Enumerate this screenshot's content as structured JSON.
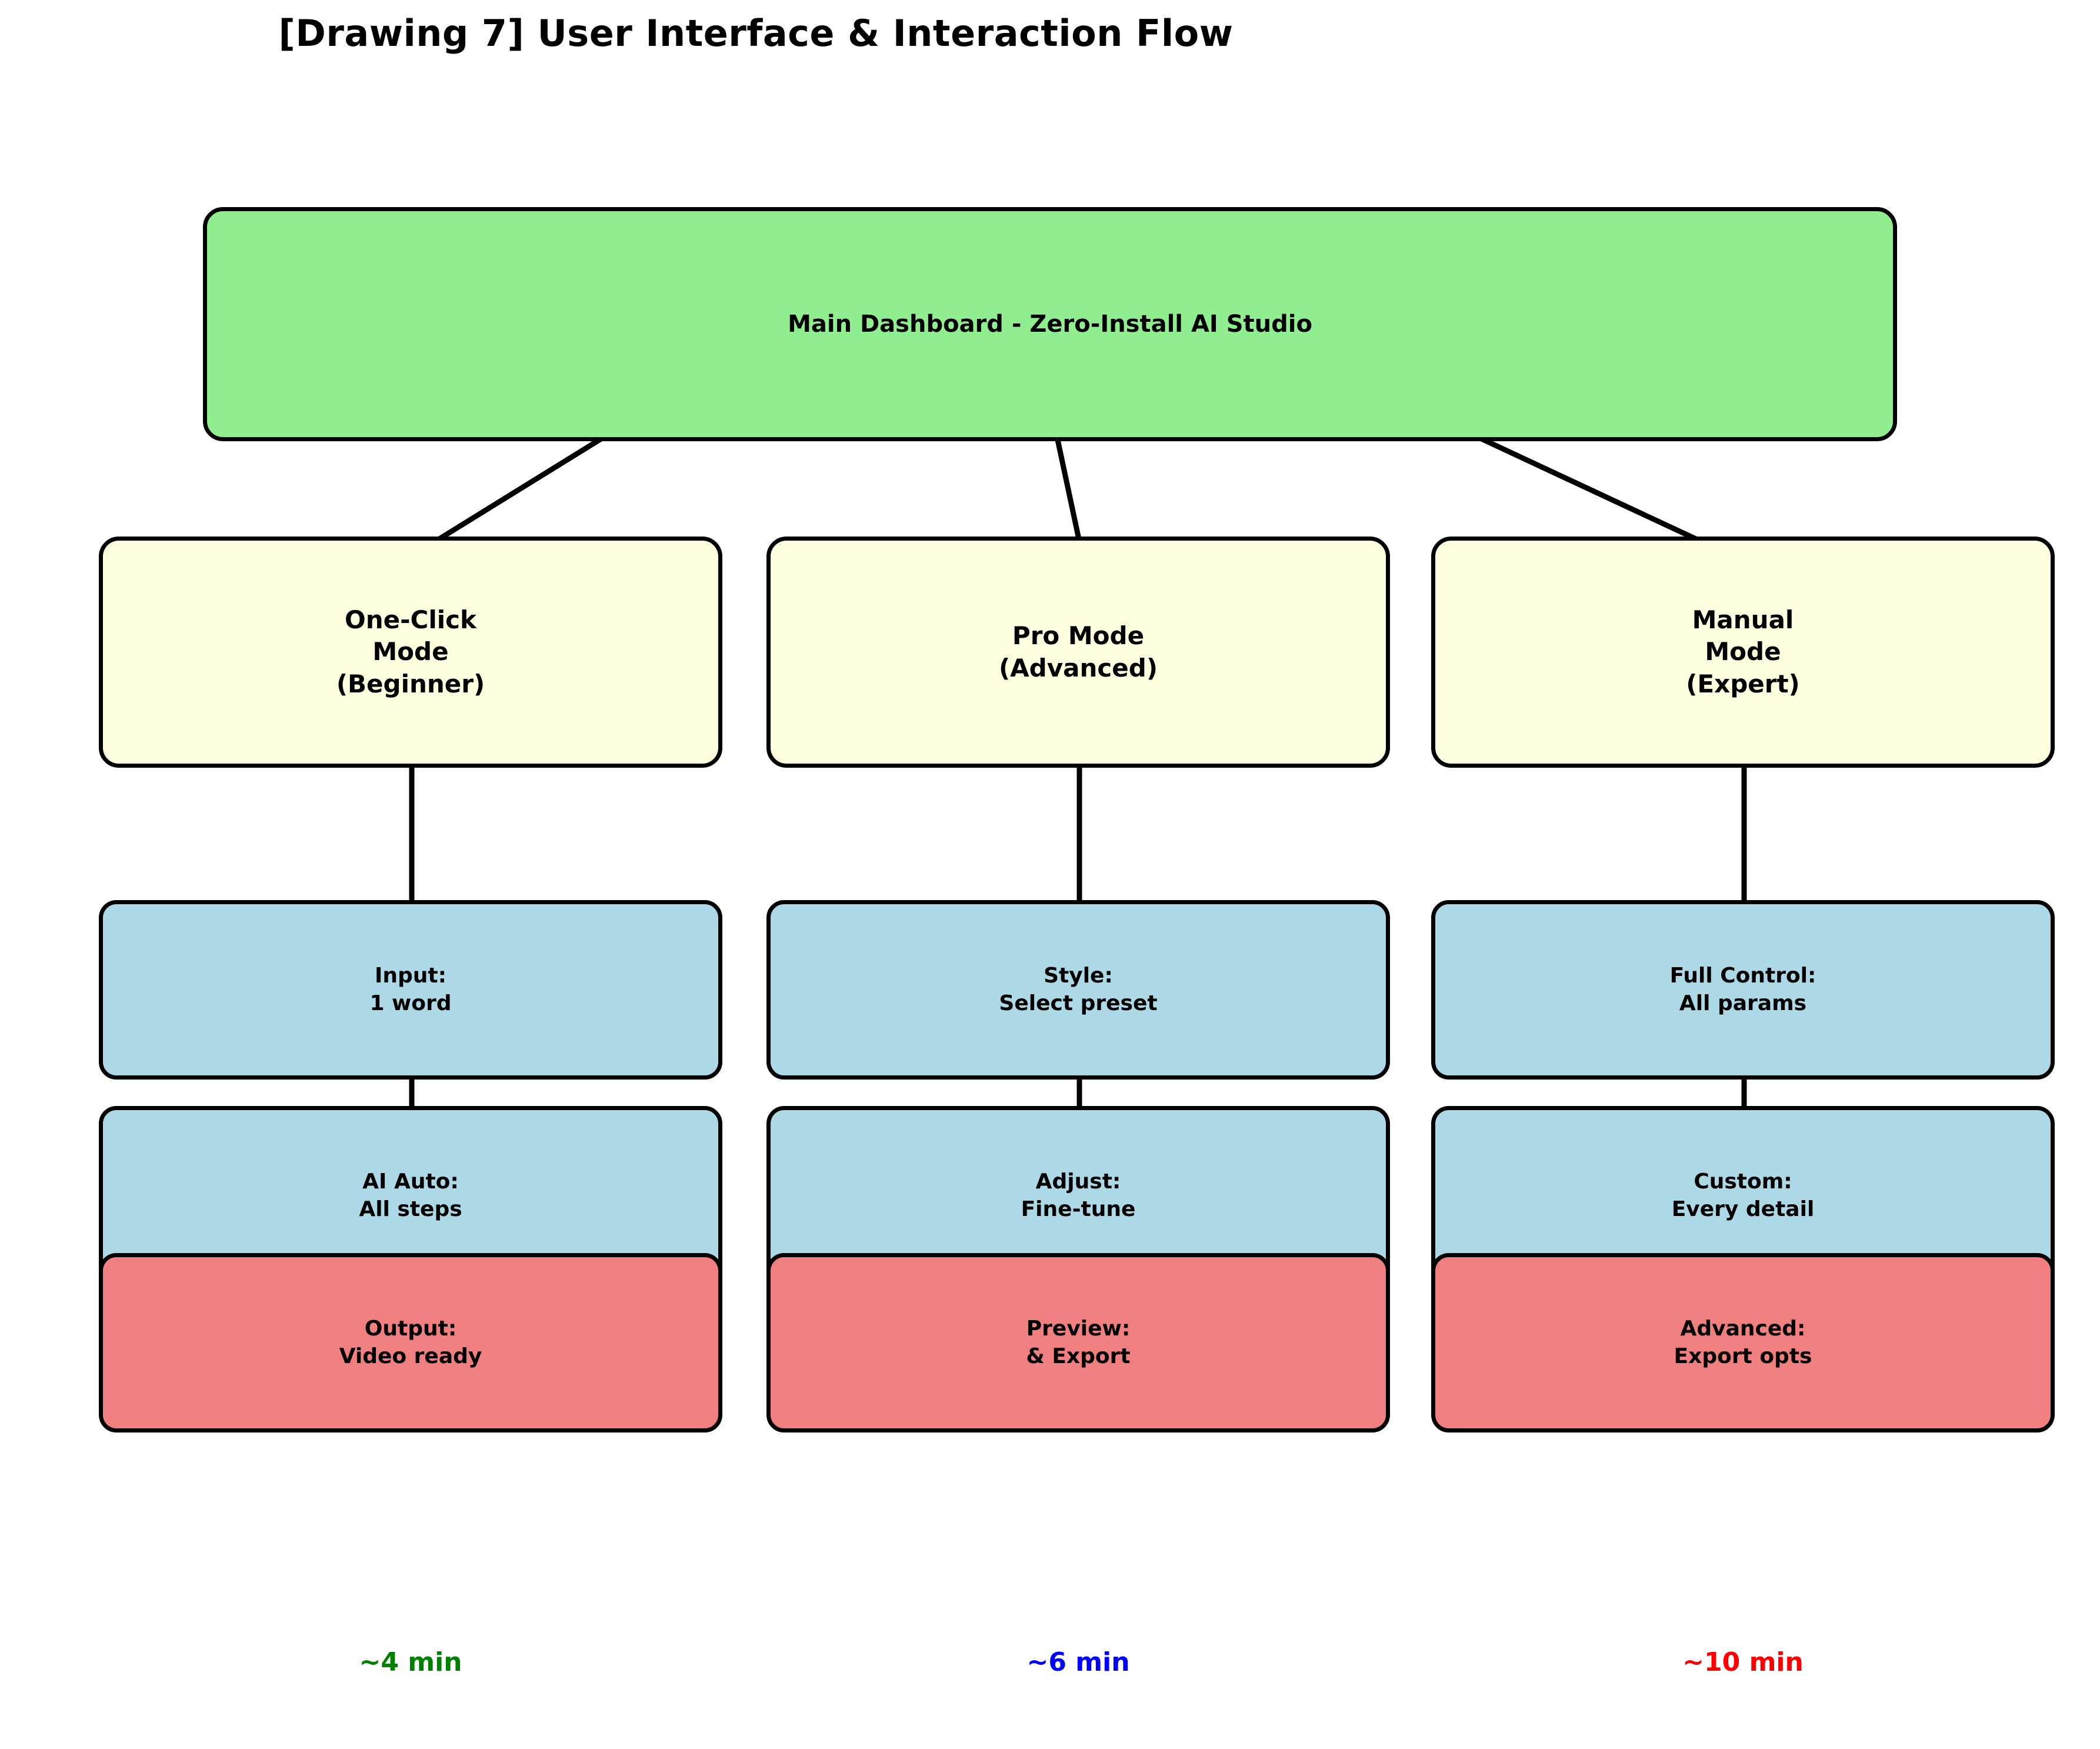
{
  "title": "[Drawing 7] User Interface & Interaction Flow",
  "dashboard": {
    "label": "Main Dashboard - Zero-Install AI Studio",
    "color": "#90ee90"
  },
  "modes": [
    {
      "label": "One-Click\nMode\n(Beginner)",
      "color": "#ffffe0",
      "time": "~4 min",
      "time_color": "#008000"
    },
    {
      "label": "Pro Mode\n(Advanced)",
      "color": "#ffffe0",
      "time": "~6 min",
      "time_color": "#0000ff"
    },
    {
      "label": "Manual\nMode\n(Expert)",
      "color": "#ffffe0",
      "time": "~10 min",
      "time_color": "#ff0000"
    }
  ],
  "steps": {
    "row1": [
      {
        "label": "Input:\n1 word",
        "color": "#add8e6"
      },
      {
        "label": "Style:\nSelect preset",
        "color": "#add8e6"
      },
      {
        "label": "Full Control:\nAll params",
        "color": "#add8e6"
      }
    ],
    "row2": [
      {
        "label": "AI Auto:\nAll steps",
        "color": "#add8e6"
      },
      {
        "label": "Adjust:\nFine-tune",
        "color": "#add8e6"
      },
      {
        "label": "Custom:\nEvery detail",
        "color": "#add8e6"
      }
    ],
    "row3": [
      {
        "label": "Output:\nVideo ready",
        "color": "#f08080"
      },
      {
        "label": "Preview:\n& Export",
        "color": "#f08080"
      },
      {
        "label": "Advanced:\nExport opts",
        "color": "#f08080"
      }
    ]
  },
  "edge_color": "#000000",
  "background": "#ffffff"
}
